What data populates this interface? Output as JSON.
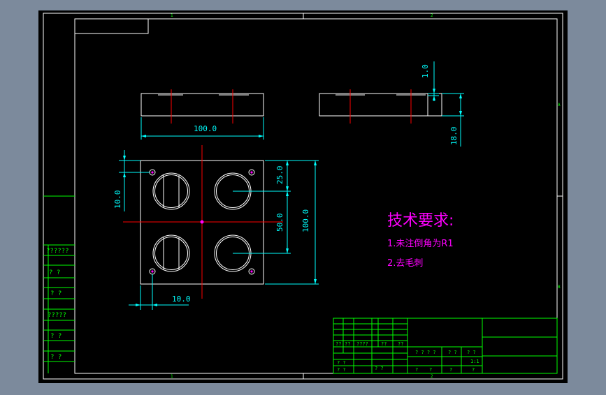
{
  "colors": {
    "viewport_bg": "#7c8a9c",
    "canvas_bg": "#000000",
    "part_outline": "#ffffff",
    "centerline": "#ff0000",
    "dimension": "#00ffff",
    "hole_marker": "#ff00ff",
    "note_title": "#ff00ff",
    "note_text": "#ff00ff",
    "frame": "#ffffff",
    "border": "#ffffff",
    "title_block": "#00ff00",
    "side_table": "#00ff00"
  },
  "zone_labels": {
    "top_left": "1",
    "top_right": "2",
    "bottom_left": "1",
    "bottom_right": "2",
    "right_upper": "A",
    "right_lower": "B"
  },
  "dimensions": {
    "front_width": "100.0",
    "side_recess": "1.0",
    "side_thickness": "18.0",
    "plan_hole_offset_y": "10.0",
    "plan_hole_offset_x": "10.0",
    "plan_quarter": "25.0",
    "plan_half": "50.0",
    "plan_height": "100.0"
  },
  "notes": {
    "title": "技术要求:",
    "line1": "1.未注倒角为R1",
    "line2": "2.去毛刺"
  },
  "side_table": {
    "row1": "??????",
    "row2": "?    ?",
    "row3": "?  ?",
    "row4": "?????",
    "row5": "?  ?",
    "row6": "?  ?"
  },
  "title_block": {
    "c1": "??",
    "c2": "??",
    "c3": "????",
    "c4": "??",
    "c5": "??",
    "c6": "? ? ? ?",
    "c7": "? ?",
    "c8": "? ?",
    "c9": "? ?",
    "c10": "? ?",
    "c11": "? ?",
    "c12": "1:1",
    "c13": "?",
    "c14": "?",
    "c15": "?",
    "c16": "?"
  }
}
